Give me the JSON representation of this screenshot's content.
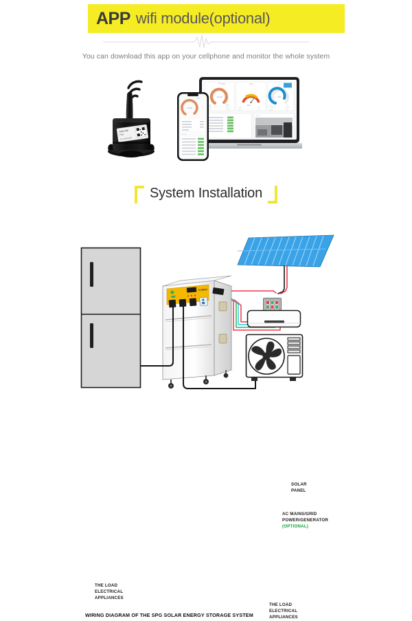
{
  "banner": {
    "title_bold": "APP",
    "title_rest": "wifi module(optional)",
    "bg_color": "#f5ec24"
  },
  "subtitle": "You can download this app on your cellphone and monitor the whole system",
  "showcase": {
    "wifi_module_name": "wifi-module-device",
    "devices_name": "phone-and-laptop-dashboard",
    "laptop": {
      "gauges": [
        {
          "name": "gauge-1",
          "color": "#e08a5a"
        },
        {
          "name": "gauge-2",
          "color": "#f0b400"
        },
        {
          "name": "gauge-3",
          "color": "#1a8fd0"
        }
      ]
    },
    "phone": {
      "gauge_color": "#e08a5a",
      "status_color": "#66c060"
    }
  },
  "section": {
    "system_installation": "System Installation",
    "bracket_color": "#f3e632"
  },
  "diagram": {
    "labels": {
      "solar_panel": [
        "SOLAR",
        "PANEL"
      ],
      "ac_mains": [
        "AC MAINS/GRID",
        "POWER/GENERATOR"
      ],
      "ac_mains_optional": "(OPTIONAL)",
      "fridge_load": [
        "THE LOAD",
        "ELECTRICAL",
        "APPLIANCES"
      ],
      "ac_load": [
        "THE LOAD",
        "ELECTRICAL",
        "APPLIANCES"
      ]
    },
    "caption": "WIRING  DIAGRAM OF THE SPG SOLAR ENERGY STORAGE SYSTEM",
    "colors": {
      "solar_panel": "#3aa3e8",
      "wire_black": "#141414",
      "wire_red": "#e8384f",
      "wire_cyan": "#31c9d8",
      "wire_green": "#2fb25c",
      "inverter_panel": "#f5b800",
      "appliance_fill": "#d6d6d6"
    },
    "components": [
      {
        "name": "solar-panel"
      },
      {
        "name": "inverter-unit"
      },
      {
        "name": "ac-mains-breaker-box"
      },
      {
        "name": "refrigerator"
      },
      {
        "name": "air-conditioner"
      }
    ]
  }
}
